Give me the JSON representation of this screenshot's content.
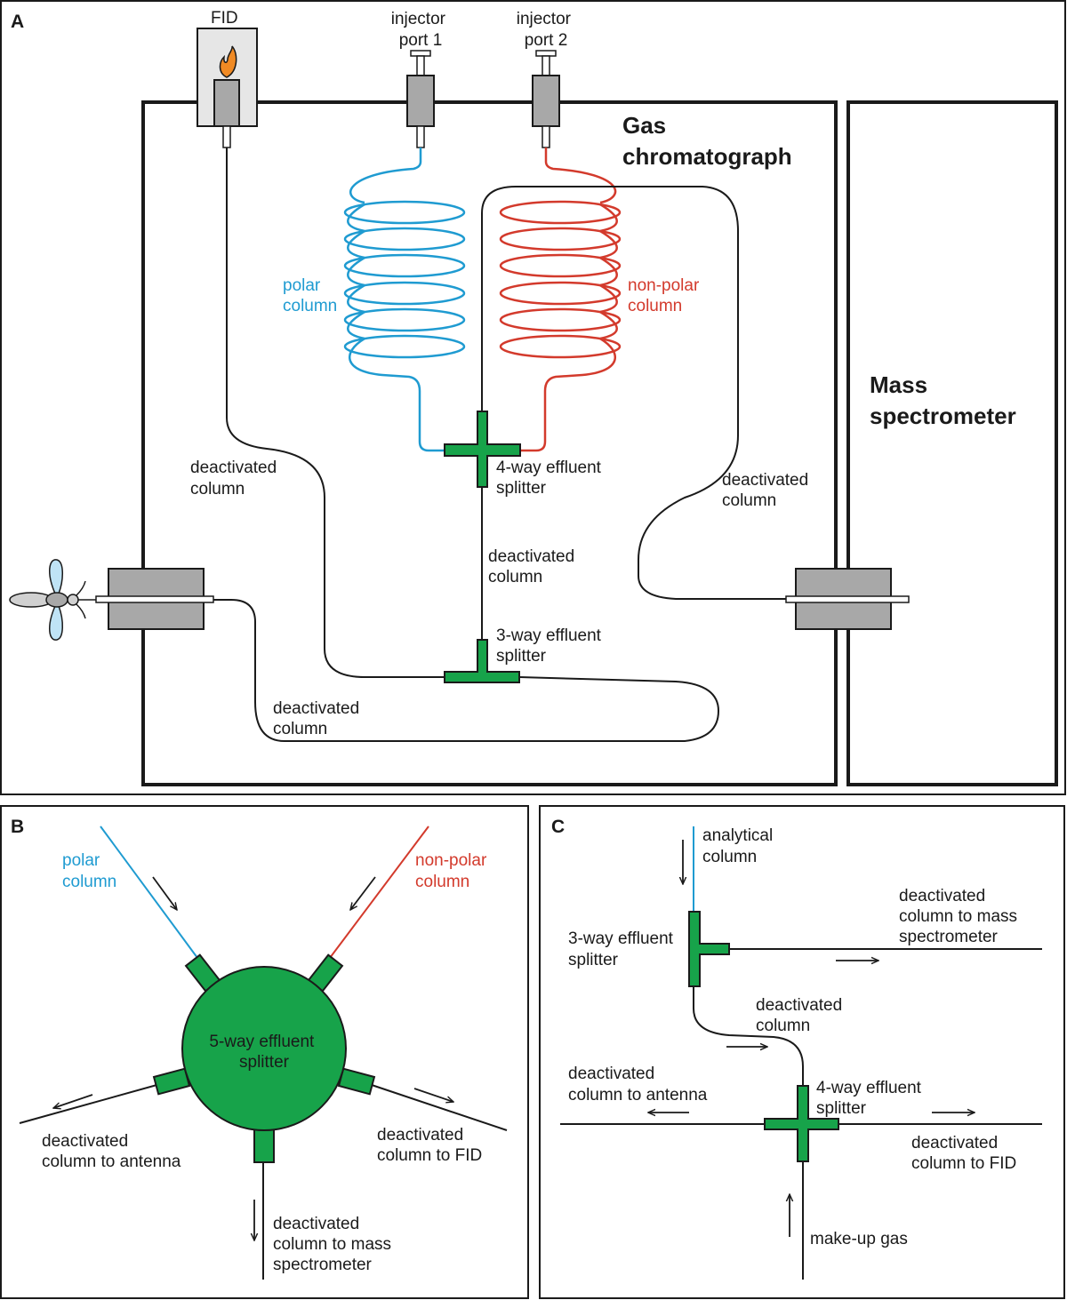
{
  "panels": {
    "a": "A",
    "b": "B",
    "c": "C"
  },
  "colors": {
    "polar": "#1f9bd1",
    "nonpolar": "#d33a2c",
    "splitter": "#17a34a",
    "hardware": "#a8a8a8",
    "fid_box": "#e6e6e6",
    "flame": "#f08a24"
  },
  "panel_a": {
    "fid": "FID",
    "injector1": [
      "injector",
      "port 1"
    ],
    "injector2": [
      "injector",
      "port 2"
    ],
    "gc": [
      "Gas",
      "chromatograph"
    ],
    "ms": [
      "Mass",
      "spectrometer"
    ],
    "polar_column": [
      "polar",
      "column"
    ],
    "nonpolar_column": [
      "non-polar",
      "column"
    ],
    "splitter4": [
      "4-way effluent",
      "splitter"
    ],
    "splitter3": [
      "3-way effluent",
      "splitter"
    ],
    "deact_left": [
      "deactivated",
      "column"
    ],
    "deact_right": [
      "deactivated",
      "column"
    ],
    "deact_center": [
      "deactivated",
      "column"
    ],
    "deact_bottom": [
      "deactivated",
      "column"
    ],
    "insect_icon": "insect-antenna-icon"
  },
  "panel_b": {
    "polar_column": [
      "polar",
      "column"
    ],
    "nonpolar_column": [
      "non-polar",
      "column"
    ],
    "splitter": [
      "5-way effluent",
      "splitter"
    ],
    "to_antenna": [
      "deactivated",
      "column to antenna"
    ],
    "to_fid": [
      "deactivated",
      "column to FID"
    ],
    "to_ms": [
      "deactivated",
      "column to mass",
      "spectrometer"
    ]
  },
  "panel_c": {
    "analytical": [
      "analytical",
      "column"
    ],
    "splitter3": [
      "3-way effluent",
      "splitter"
    ],
    "to_ms": [
      "deactivated",
      "column to mass",
      "spectrometer"
    ],
    "deact": [
      "deactivated",
      "column"
    ],
    "to_antenna": [
      "deactivated",
      "column to antenna"
    ],
    "splitter4": [
      "4-way effluent",
      "splitter"
    ],
    "to_fid": [
      "deactivated",
      "column to FID"
    ],
    "makeup": "make-up gas"
  }
}
